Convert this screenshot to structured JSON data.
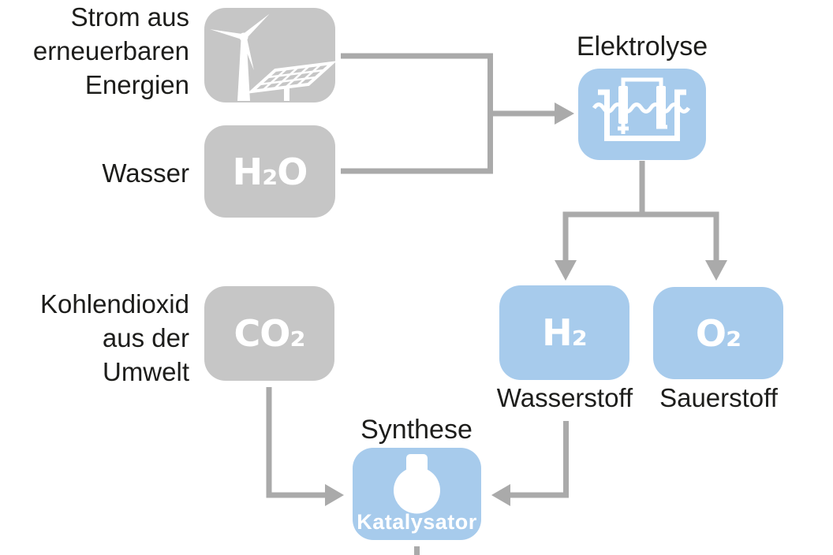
{
  "colors": {
    "background": "#ffffff",
    "box_gray": "#c6c6c6",
    "box_blue": "#a7cbec",
    "connector_gray": "#aaaaaa",
    "text_black": "#1d1d1b",
    "icon_white": "#ffffff"
  },
  "icons": {
    "renewables": "wind-turbine-solar-panel-icon",
    "electrolysis": "electrolysis-cell-icon",
    "synthesis": "round-flask-icon"
  },
  "nodes": {
    "renewables": {
      "label": "Strom aus\nerneuerbaren\nEnergien"
    },
    "water": {
      "label": "Wasser",
      "formula": "H₂O"
    },
    "electrolysis": {
      "title": "Elektrolyse"
    },
    "hydrogen": {
      "formula": "H₂",
      "caption": "Wasserstoff"
    },
    "oxygen": {
      "formula": "O₂",
      "caption": "Sauerstoff"
    },
    "carbon_dioxide": {
      "label": "Kohlendioxid\naus der\nUmwelt",
      "formula": "CO₂"
    },
    "synthesis": {
      "title": "Synthese",
      "badge": "Katalysator"
    }
  }
}
